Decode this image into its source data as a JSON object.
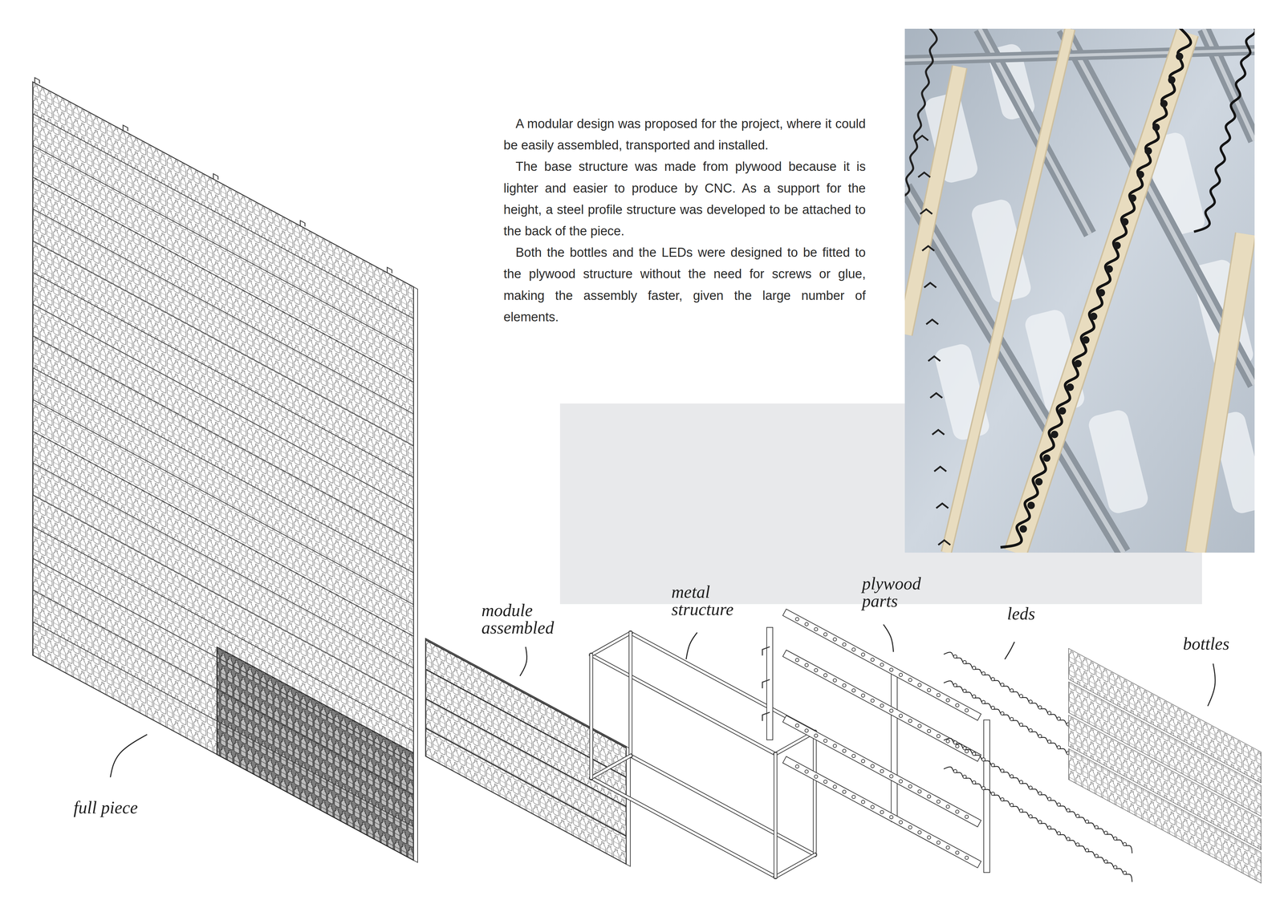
{
  "diagram": {
    "labels": [
      "A modular design was proposed for the project, where it could be easily assembled, transported and installed.",
      "The base structure was made from plywood because it is lighter and easier to produce by CNC. As a support for the height, a steel profile structure was developed to be attached to the back of the piece.",
      "Both the bottles and the LEDs were designed to be fitted to the plywood structure without the need for screws or glue, making the assembly faster, given the large number of elements.",
      "module assembled",
      "metal structure",
      "plywood parts",
      "leds",
      "bottles",
      "full piece"
    ]
  }
}
